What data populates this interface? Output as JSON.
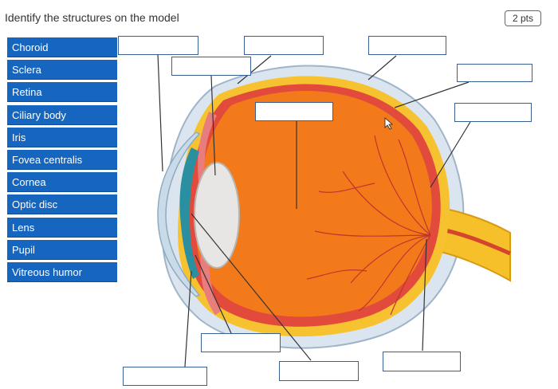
{
  "question": {
    "title": "Identify the structures on the model",
    "points": "2 pts"
  },
  "answer_bank": [
    "Choroid",
    "Sclera",
    "Retina",
    "Ciliary body",
    "Iris",
    "Fovea centralis",
    "Cornea",
    "Optic disc",
    "Lens",
    "Pupil",
    "Vitreous humor"
  ],
  "drop_zones_count": 11,
  "colors": {
    "bank_bg": "#1666c0",
    "vitreous": "#f07818",
    "choroid": "#e84545",
    "retina_layer": "#f7c230",
    "sclera": "#d9e4ef",
    "optic_nerve": "#f6c02a"
  }
}
